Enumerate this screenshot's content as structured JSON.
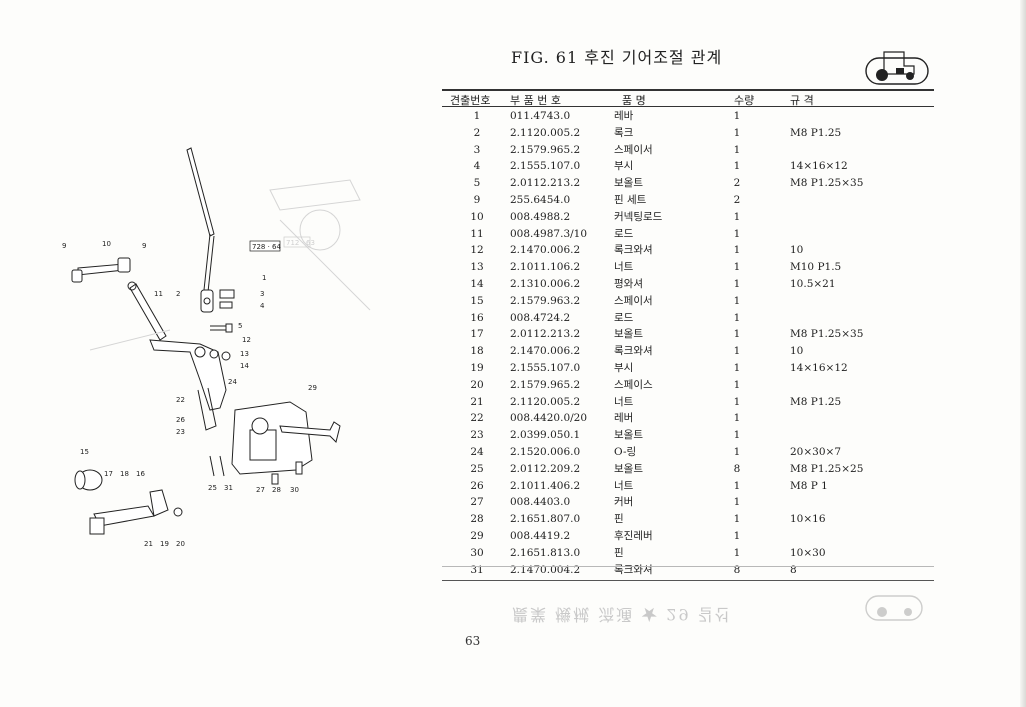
{
  "figure": {
    "title": "FIG. 61 후진 기어조절 관계"
  },
  "page_number": "63",
  "ghost_text": "農業 機械 流通 ★ 29 길선",
  "table": {
    "headers": {
      "no": "견출번호",
      "part": "부 품 번 호",
      "name": "품    명",
      "qty": "수량",
      "spec": "규          격"
    },
    "rows": [
      {
        "no": "1",
        "part": "011.4743.0",
        "name": "레바",
        "qty": "1",
        "spec": ""
      },
      {
        "no": "2",
        "part": "2.1120.005.2",
        "name": "록크",
        "qty": "1",
        "spec": "M8 P1.25"
      },
      {
        "no": "3",
        "part": "2.1579.965.2",
        "name": "스페이서",
        "qty": "1",
        "spec": ""
      },
      {
        "no": "4",
        "part": "2.1555.107.0",
        "name": "부시",
        "qty": "1",
        "spec": "14×16×12"
      },
      {
        "no": "5",
        "part": "2.0112.213.2",
        "name": "보올트",
        "qty": "2",
        "spec": "M8  P1.25×35"
      },
      {
        "no": "9",
        "part": "255.6454.0",
        "name": "핀 세트",
        "qty": "2",
        "spec": ""
      },
      {
        "no": "10",
        "part": "008.4988.2",
        "name": "커넥팅로드",
        "qty": "1",
        "spec": ""
      },
      {
        "no": "11",
        "part": "008.4987.3/10",
        "name": "로드",
        "qty": "1",
        "spec": ""
      },
      {
        "no": "12",
        "part": "2.1470.006.2",
        "name": "록크와셔",
        "qty": "1",
        "spec": "10"
      },
      {
        "no": "13",
        "part": "2.1011.106.2",
        "name": "너트",
        "qty": "1",
        "spec": "M10  P1.5"
      },
      {
        "no": "14",
        "part": "2.1310.006.2",
        "name": "평와셔",
        "qty": "1",
        "spec": "10.5×21"
      },
      {
        "no": "15",
        "part": "2.1579.963.2",
        "name": "스페이서",
        "qty": "1",
        "spec": ""
      },
      {
        "no": "16",
        "part": "008.4724.2",
        "name": "로드",
        "qty": "1",
        "spec": ""
      },
      {
        "no": "17",
        "part": "2.0112.213.2",
        "name": "보올트",
        "qty": "1",
        "spec": "M8  P1.25×35"
      },
      {
        "no": "18",
        "part": "2.1470.006.2",
        "name": "록크와셔",
        "qty": "1",
        "spec": "10"
      },
      {
        "no": "19",
        "part": "2.1555.107.0",
        "name": "부시",
        "qty": "1",
        "spec": "14×16×12"
      },
      {
        "no": "20",
        "part": "2.1579.965.2",
        "name": "스페이스",
        "qty": "1",
        "spec": ""
      },
      {
        "no": "21",
        "part": "2.1120.005.2",
        "name": "너트",
        "qty": "1",
        "spec": "M8 P1.25"
      },
      {
        "no": "22",
        "part": "008.4420.0/20",
        "name": "레버",
        "qty": "1",
        "spec": ""
      },
      {
        "no": "23",
        "part": "2.0399.050.1",
        "name": "보올트",
        "qty": "1",
        "spec": ""
      },
      {
        "no": "24",
        "part": "2.1520.006.0",
        "name": "O-링",
        "qty": "1",
        "spec": "20×30×7"
      },
      {
        "no": "25",
        "part": "2.0112.209.2",
        "name": "보올트",
        "qty": "8",
        "spec": "M8  P1.25×25"
      },
      {
        "no": "26",
        "part": "2.1011.406.2",
        "name": "너트",
        "qty": "1",
        "spec": "M8  P 1"
      },
      {
        "no": "27",
        "part": "008.4403.0",
        "name": "커버",
        "qty": "1",
        "spec": ""
      },
      {
        "no": "28",
        "part": "2.1651.807.0",
        "name": "핀",
        "qty": "1",
        "spec": "10×16"
      },
      {
        "no": "29",
        "part": "008.4419.2",
        "name": "후진레버",
        "qty": "1",
        "spec": ""
      },
      {
        "no": "30",
        "part": "2.1651.813.0",
        "name": "핀",
        "qty": "1",
        "spec": "10×30"
      },
      {
        "no": "31",
        "part": "2.1470.004.2",
        "name": "록크와셔",
        "qty": "8",
        "spec": "8"
      }
    ]
  },
  "diagram": {
    "callouts": [
      "9",
      "10",
      "9",
      "1",
      "3",
      "4",
      "11",
      "2",
      "5",
      "12",
      "13",
      "14",
      "24",
      "29",
      "22",
      "26",
      "23",
      "15",
      "17",
      "18",
      "16",
      "25",
      "31",
      "27",
      "28",
      "30",
      "21",
      "19",
      "20"
    ],
    "tag1": "728 · 64",
    "tag2": "712 · 63"
  },
  "colors": {
    "ink": "#1e1e1e",
    "rule": "#333333",
    "faded": "#cfcfcf"
  },
  "icons": {
    "header": "tractor-icon",
    "footer": "tractor-icon"
  }
}
